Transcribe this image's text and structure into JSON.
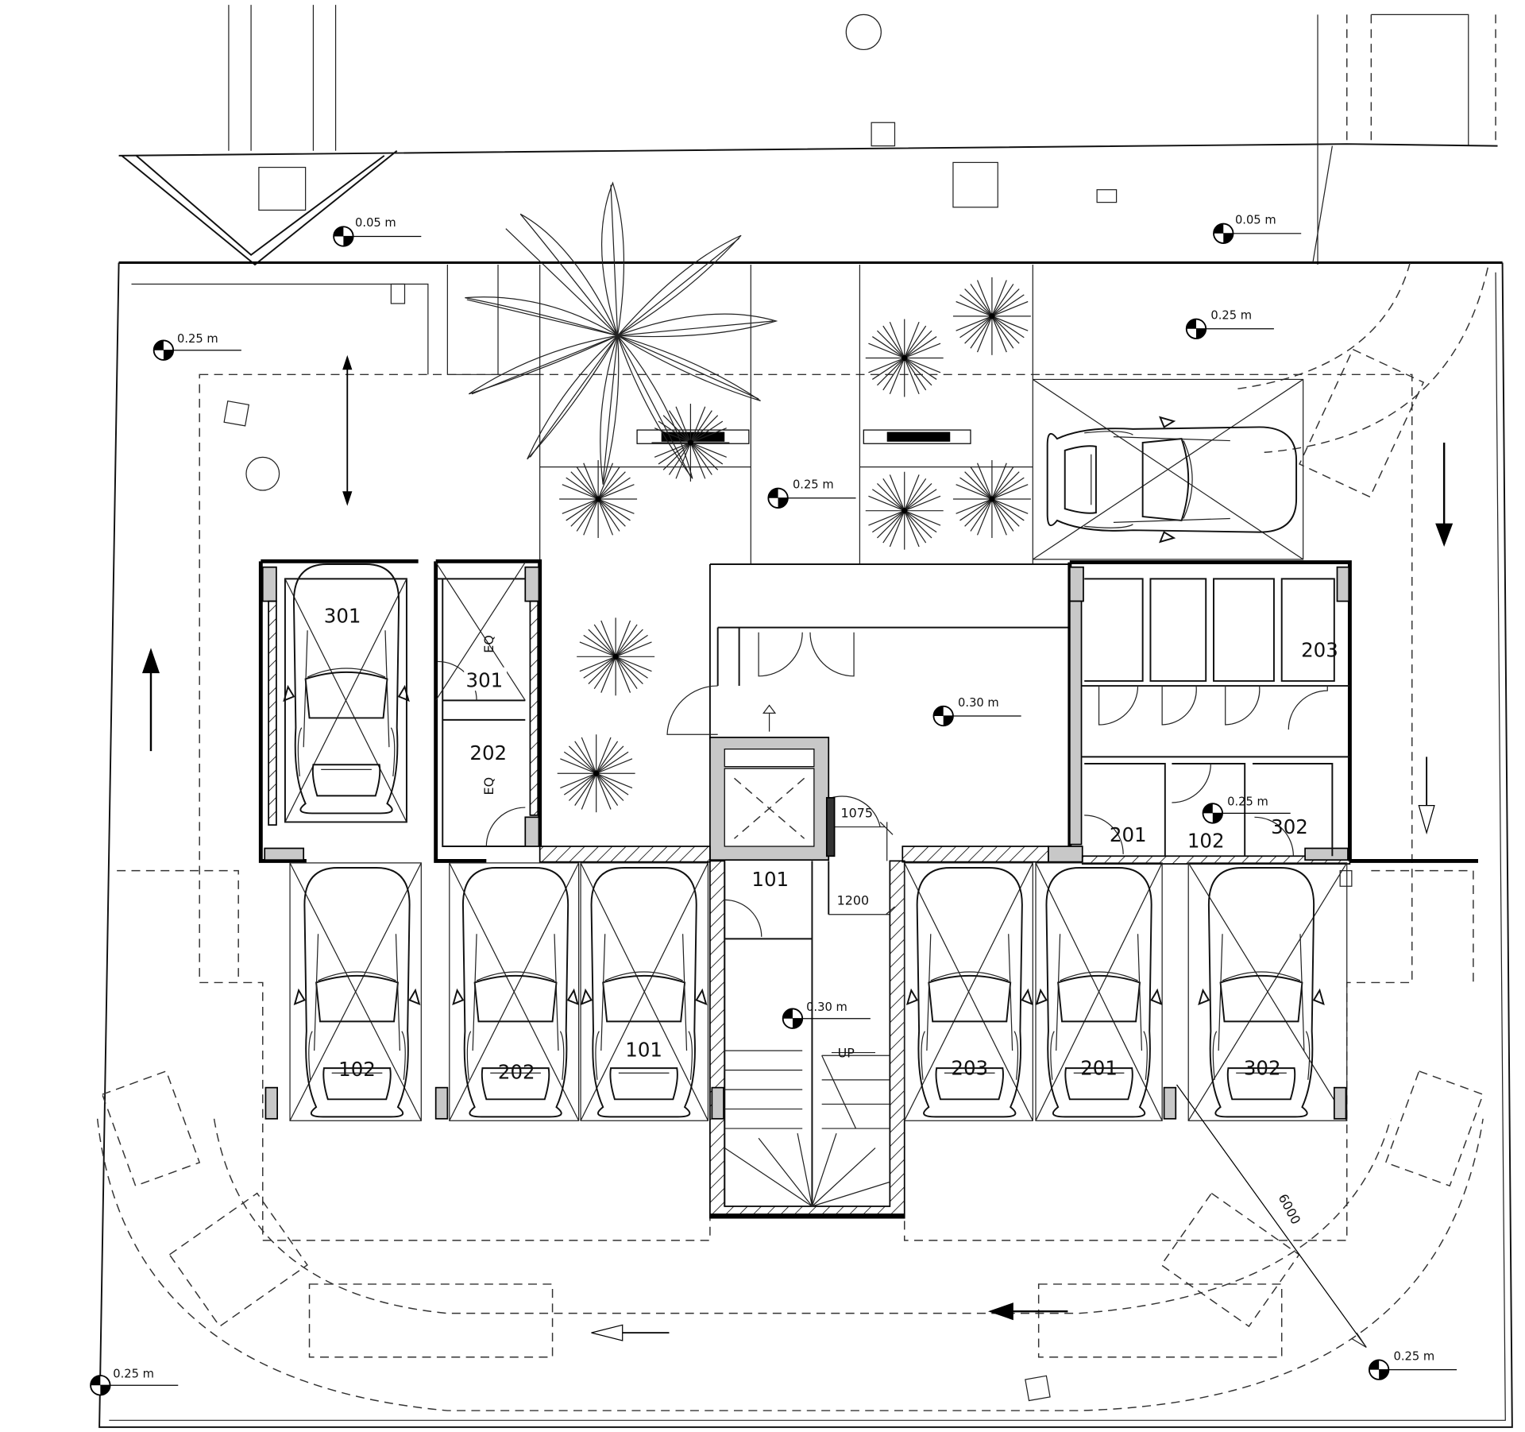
{
  "plan": {
    "elevations": [
      "0.05 m",
      "0.05 m",
      "0.25 m",
      "0.25 m",
      "0.25 m",
      "0.30 m",
      "0.25 m",
      "0.30 m",
      "0.25 m",
      "0.25 m"
    ],
    "rooms": [
      "301",
      "301",
      "202",
      "203",
      "201",
      "102",
      "302",
      "101"
    ],
    "parking": [
      "102",
      "202",
      "101",
      "203",
      "201",
      "302"
    ],
    "dimensions": [
      "1075",
      "1200",
      "6000"
    ],
    "eq": [
      "EQ",
      "EQ"
    ],
    "stair_label": "UP"
  }
}
